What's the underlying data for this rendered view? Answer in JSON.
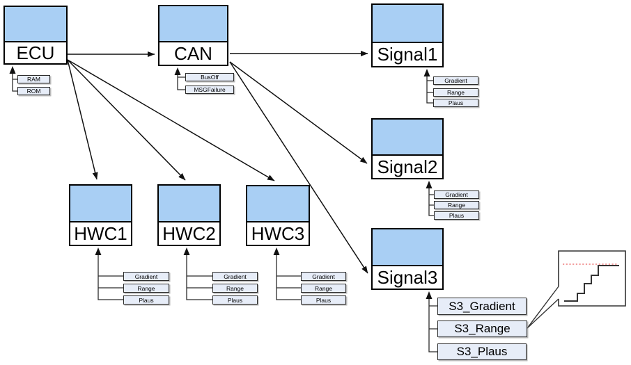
{
  "nodes": {
    "ecu": {
      "label": "ECU",
      "attrs": [
        "RAM",
        "ROM"
      ]
    },
    "can": {
      "label": "CAN",
      "attrs": [
        "BusOff",
        "MSGFailure"
      ]
    },
    "signal1": {
      "label": "Signal1",
      "attrs": [
        "Gradient",
        "Range",
        "Plaus"
      ]
    },
    "signal2": {
      "label": "Signal2",
      "attrs": [
        "Gradient",
        "Range",
        "Plaus"
      ]
    },
    "signal3": {
      "label": "Signal3",
      "attrs": [
        "S3_Gradient",
        "S3_Range",
        "S3_Plaus"
      ]
    },
    "hwc1": {
      "label": "HWC1",
      "attrs": [
        "Gradient",
        "Range",
        "Plaus"
      ]
    },
    "hwc2": {
      "label": "HWC2",
      "attrs": [
        "Gradient",
        "Range",
        "Plaus"
      ]
    },
    "hwc3": {
      "label": "HWC3",
      "attrs": [
        "Gradient",
        "Range",
        "Plaus"
      ]
    }
  },
  "edges": [
    {
      "from": "ECU",
      "to": "CAN"
    },
    {
      "from": "CAN",
      "to": "Signal1"
    },
    {
      "from": "CAN",
      "to": "Signal2"
    },
    {
      "from": "CAN",
      "to": "Signal3"
    },
    {
      "from": "ECU",
      "to": "HWC1"
    },
    {
      "from": "ECU",
      "to": "HWC2"
    },
    {
      "from": "ECU",
      "to": "HWC3"
    },
    {
      "from": "S3_Range",
      "to": "step-chart-callout"
    }
  ],
  "callout": {
    "content": "step-function-sketch-with-dotted-limit-line"
  },
  "colors": {
    "node_header_fill": "#A9CFF4",
    "attr_fill": "#E7EDF8",
    "border": "#000000",
    "callout_dotted_line": "#F08F8F"
  }
}
